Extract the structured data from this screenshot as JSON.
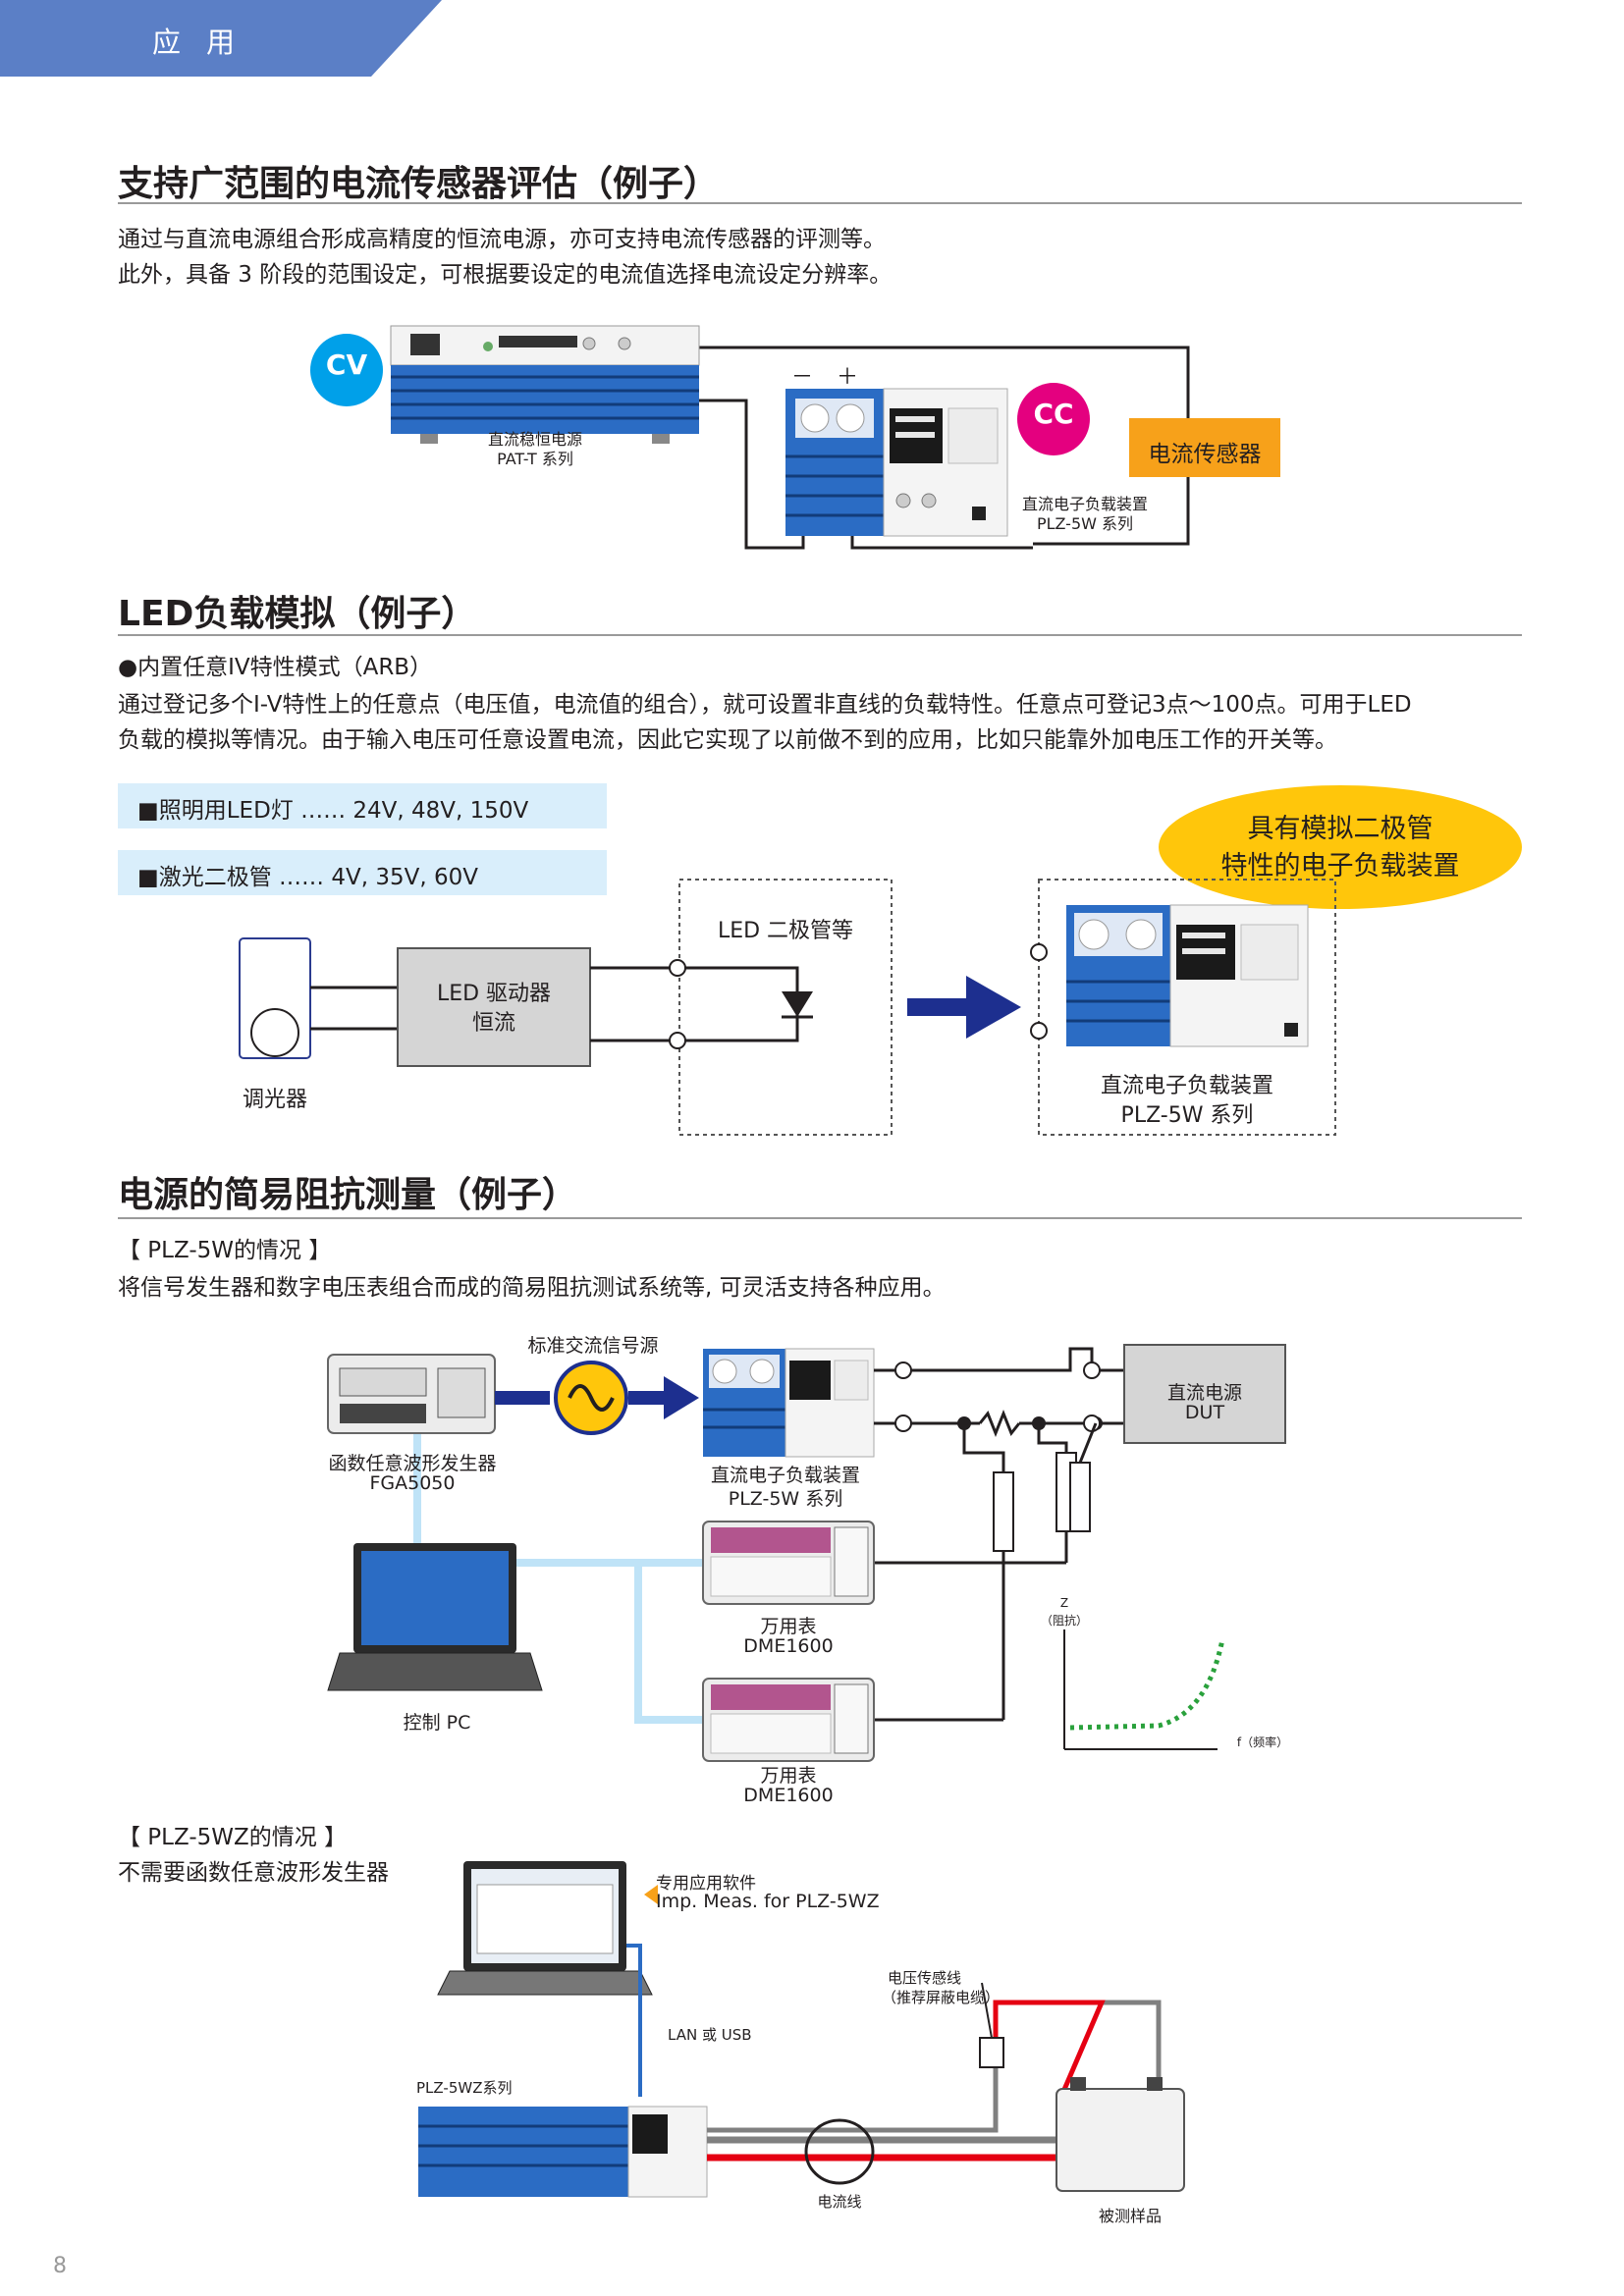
{
  "tab": {
    "label": "应用"
  },
  "s1": {
    "title": "支持广范围的电流传感器评估（例子）",
    "p1": "通过与直流电源组合形成高精度的恒流电源，亦可支持电流传感器的评测等。",
    "p2": "此外，具备 3 阶段的范围设定，可根据要设定的电流值选择电流设定分辨率。",
    "cv": "CV",
    "cc": "CC",
    "minus": "－",
    "plus": "＋",
    "pat_name": "直流稳恒电源",
    "pat_model": "PAT-T 系列",
    "plz_name": "直流电子负载装置",
    "plz_model": "PLZ-5W 系列",
    "sensor": "电流传感器"
  },
  "s2": {
    "title": "LED负载模拟（例子）",
    "bullet": "●内置任意IV特性模式（ARB）",
    "p1": "通过登记多个I-V特性上的任意点（电压值，电流值的组合），就可设置非直线的负载特性。任意点可登记3点～100点。可用于LED",
    "p2": "负载的模拟等情况。由于输入电压可任意设置电流，因此它实现了以前做不到的应用，比如只能靠外加电压工作的开关等。",
    "tag1": "■照明用LED灯 …… 24V, 48V, 150V",
    "tag2": "■激光二极管 …… 4V, 35V, 60V",
    "bubble_line1": "具有模拟二极管",
    "bubble_line2": "特性的电子负载装置",
    "led_box": "LED 二极管等",
    "driver1": "LED 驱动器",
    "driver2": "恒流",
    "dimmer": "调光器",
    "plz_name": "直流电子负载装置",
    "plz_model": "PLZ-5W 系列"
  },
  "s3": {
    "title": "电源的简易阻抗测量（例子）",
    "case1": "【 PLZ-5W的情况 】",
    "p1": "将信号发生器和数字电压表组合而成的简易阻抗测试系统等, 可灵活支持各种应用。",
    "signal_source": "标准交流信号源",
    "fga_name": "函数任意波形发生器",
    "fga_model": "FGA5050",
    "plz_name": "直流电子负载装置",
    "plz_model": "PLZ-5W 系列",
    "dut1": "直流电源",
    "dut2": "DUT",
    "dmm_name": "万用表",
    "dmm_model": "DME1600",
    "pc": "控制 PC",
    "z_axis": "Z",
    "z_unit": "（阻抗）",
    "f_axis": "f（频率）",
    "case2": "【 PLZ-5WZ的情况 】",
    "case2_desc": "不需要函数任意波形发生器",
    "software_label": "专用应用软件",
    "software_name": "Imp. Meas. for PLZ-5WZ",
    "lan": "LAN 或 USB",
    "plz5wz": "PLZ-5WZ系列",
    "sense1": "电压传感线",
    "sense2": "（推荐屏蔽电缆）",
    "current_line": "电流线",
    "sample": "被测样品"
  },
  "page_number": "8",
  "colors": {
    "tab": "#5b7fc6",
    "cv": "#00a0e9",
    "cc": "#e4007f",
    "sensor": "#f7a11a",
    "bubble": "#ffc60b",
    "tag_bg": "#d9eefb",
    "arrow": "#1d2f8f",
    "instrument_blue": "#2b6cc4",
    "dmm_pink": "#b2558e",
    "plot_green": "#2aa13c",
    "link_blue": "#bfe3f7",
    "cable_red": "#e50012"
  }
}
